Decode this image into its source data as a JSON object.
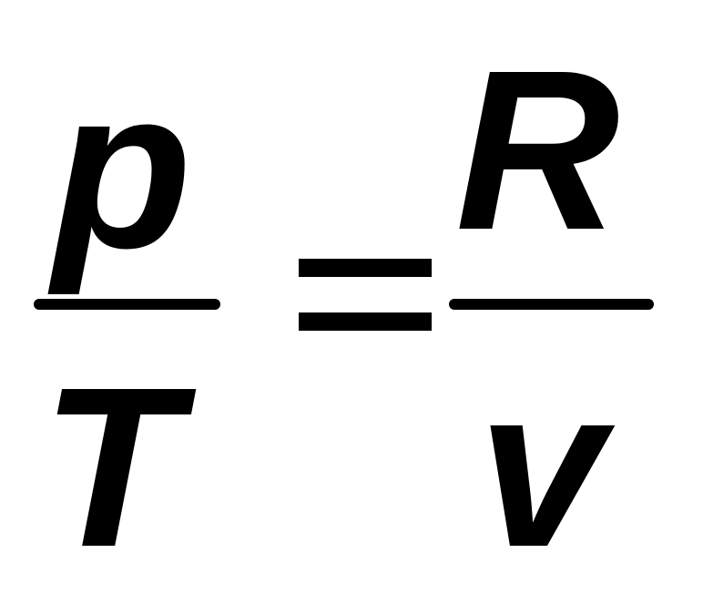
{
  "equation": {
    "left_fraction": {
      "numerator": "p",
      "denominator": "T"
    },
    "operator": "=",
    "right_fraction": {
      "numerator": "R",
      "denominator": "v"
    },
    "text_color": "#000000",
    "background_color": "#ffffff"
  }
}
